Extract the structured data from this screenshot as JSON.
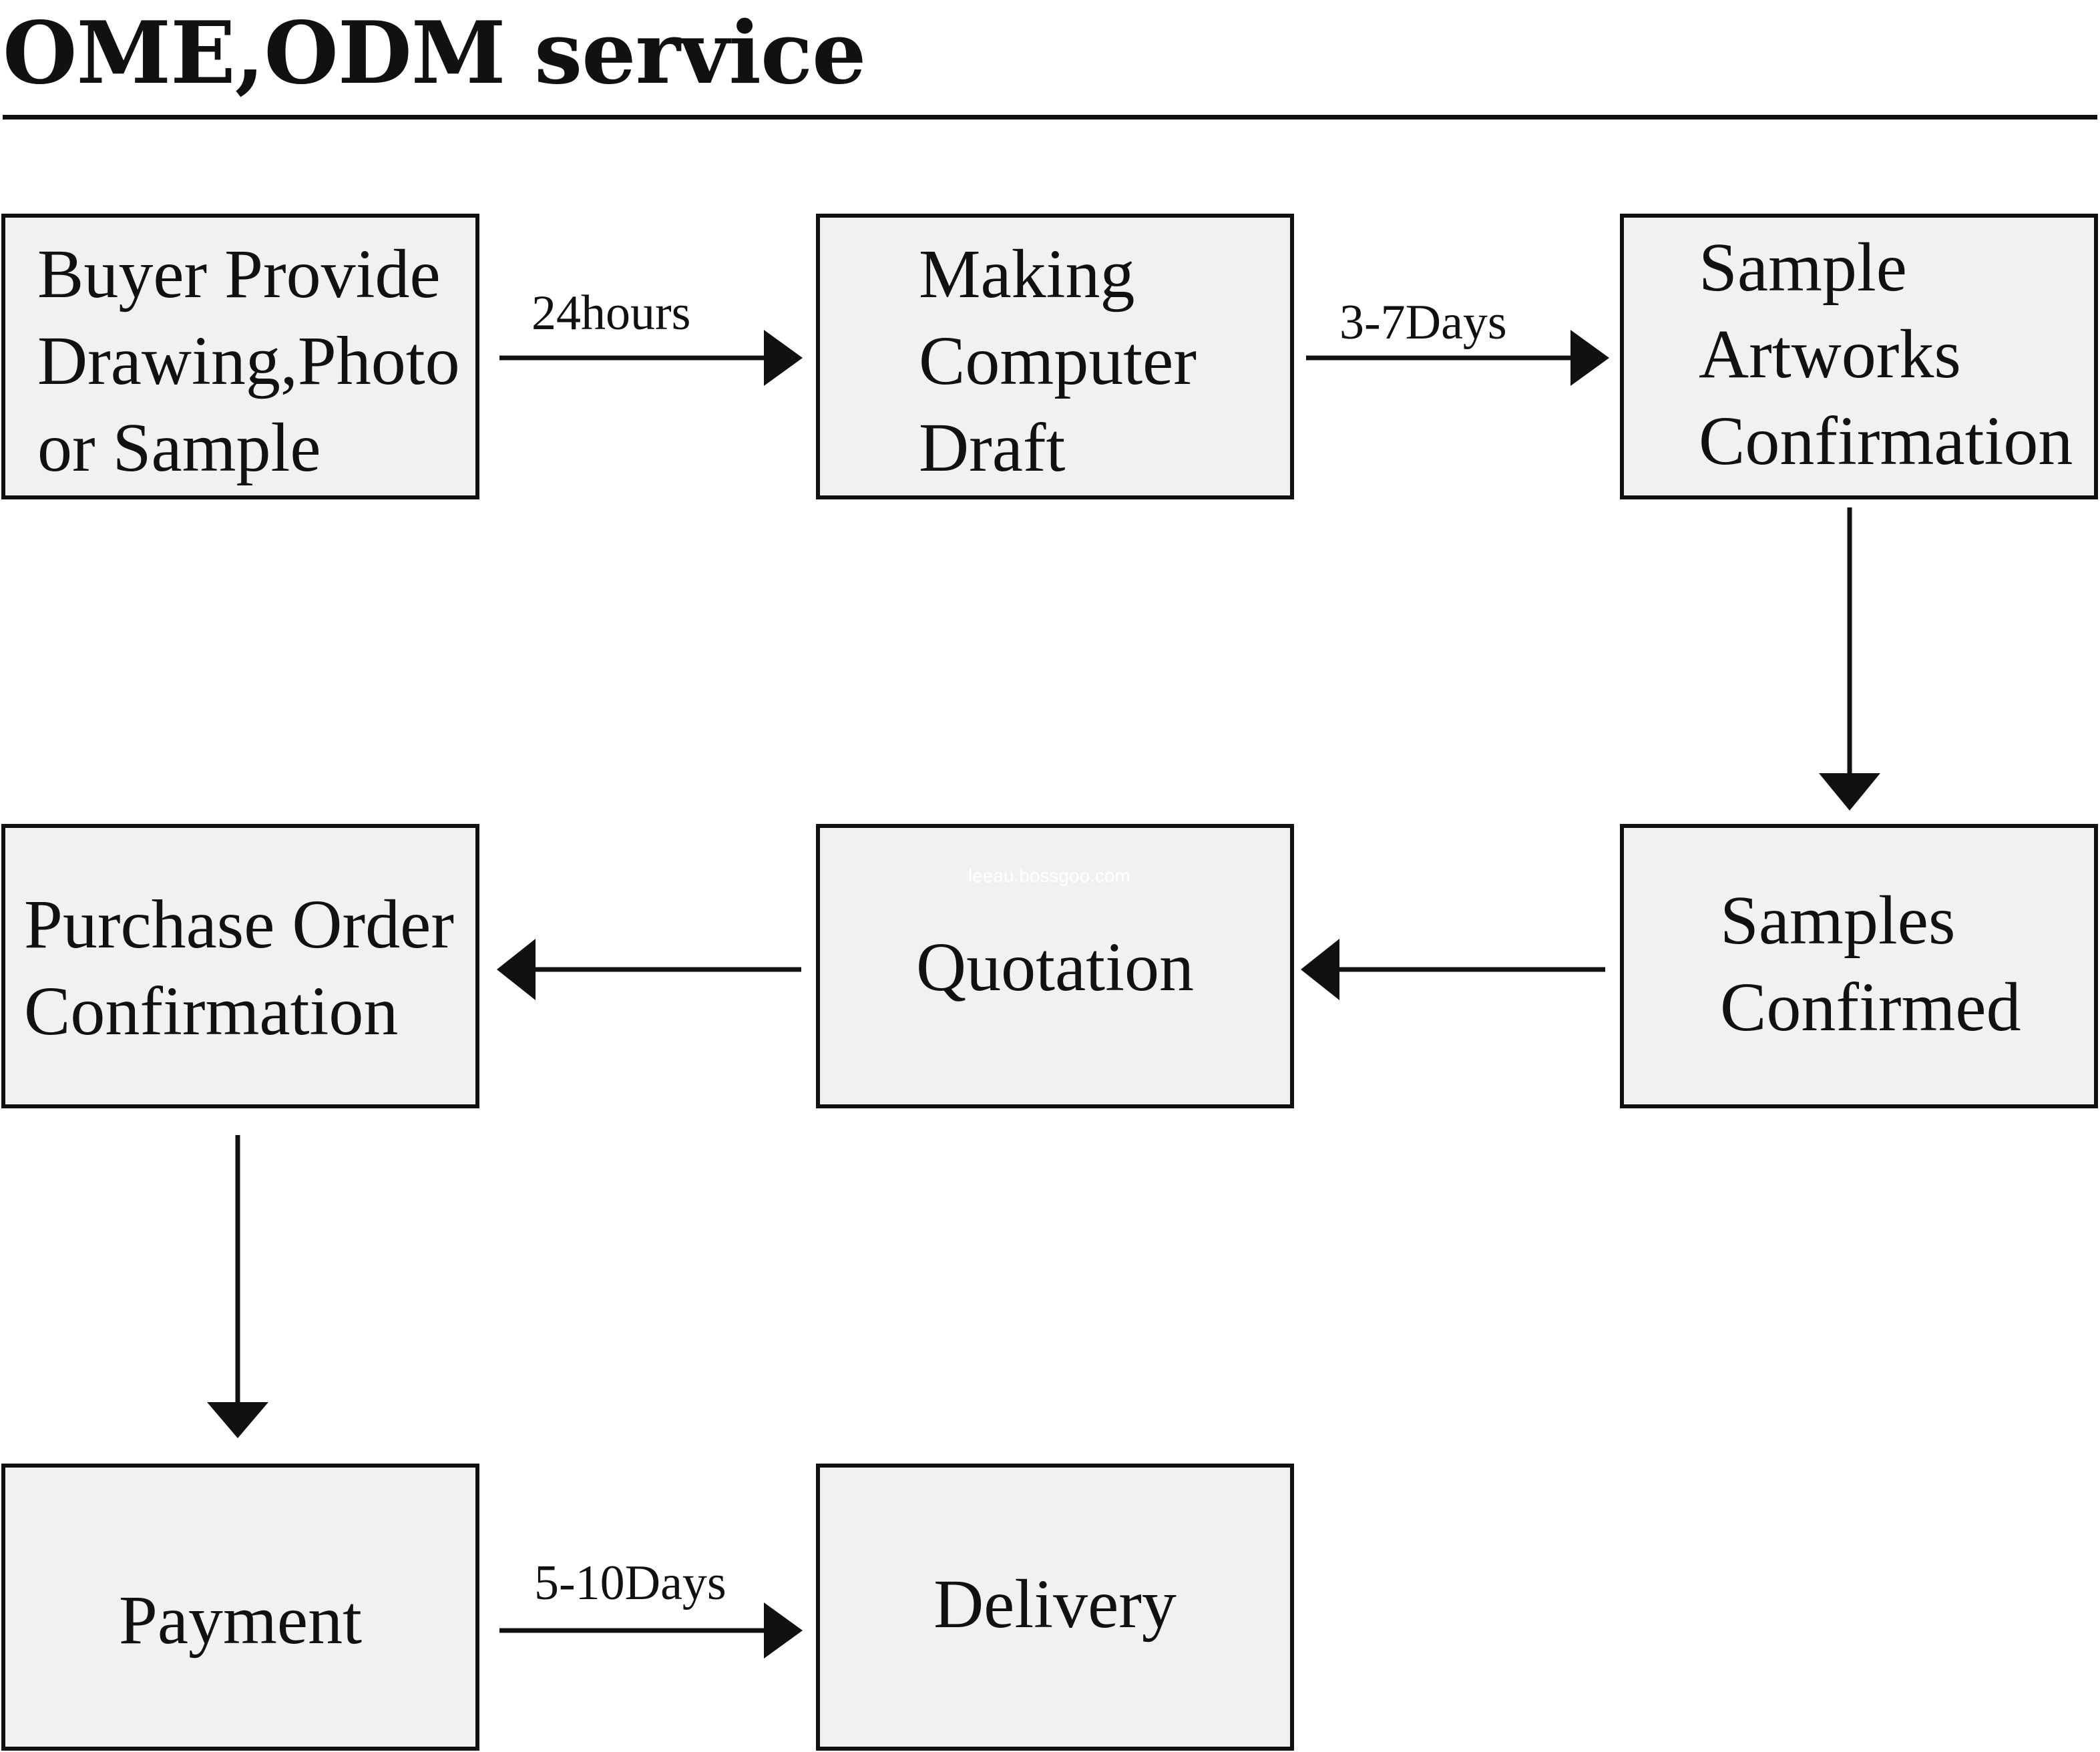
{
  "title": "OME,ODM service",
  "watermark": "leeau.bossgoo.com",
  "nodes": {
    "buyer_provide": [
      "Buyer Provide",
      "Drawing,Photo",
      "or Sample"
    ],
    "computer_draft": [
      "Making",
      "Computer",
      "Draft"
    ],
    "artworks_confirmation": [
      "Sample",
      "Artworks",
      "Confirmation"
    ],
    "samples_confirmed": [
      "Samples",
      "Confirmed"
    ],
    "quotation": [
      "Quotation"
    ],
    "purchase_order": [
      "Purchase Order",
      "Confirmation"
    ],
    "payment": [
      "Payment"
    ],
    "delivery": [
      "Delivery"
    ]
  },
  "edges": [
    {
      "from": "Buyer Provide Drawing,Photo or Sample",
      "to": "Making Computer Draft",
      "label": "24hours"
    },
    {
      "from": "Making Computer Draft",
      "to": "Sample Artworks Confirmation",
      "label": "3-7Days"
    },
    {
      "from": "Sample Artworks Confirmation",
      "to": "Samples Confirmed",
      "label": ""
    },
    {
      "from": "Samples Confirmed",
      "to": "Quotation",
      "label": ""
    },
    {
      "from": "Quotation",
      "to": "Purchase Order Confirmation",
      "label": ""
    },
    {
      "from": "Purchase Order Confirmation",
      "to": "Payment",
      "label": ""
    },
    {
      "from": "Payment",
      "to": "Delivery",
      "label": "5-10Days"
    }
  ],
  "edge_labels": {
    "e1": "24hours",
    "e2": "3-7Days",
    "e7": "5-10Days"
  }
}
